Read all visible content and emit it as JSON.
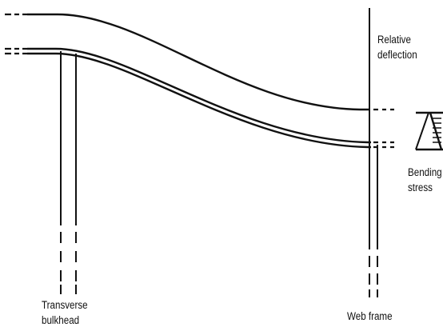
{
  "labels": {
    "relative_deflection": [
      "Relative",
      "deflection"
    ],
    "bending_stress": [
      "Bending",
      "stress"
    ],
    "transverse_bulkhead": [
      "Transverse",
      "bulkhead"
    ],
    "web_frame": "Web frame"
  },
  "colors": {
    "line": "#111111",
    "background": "#ffffff"
  }
}
